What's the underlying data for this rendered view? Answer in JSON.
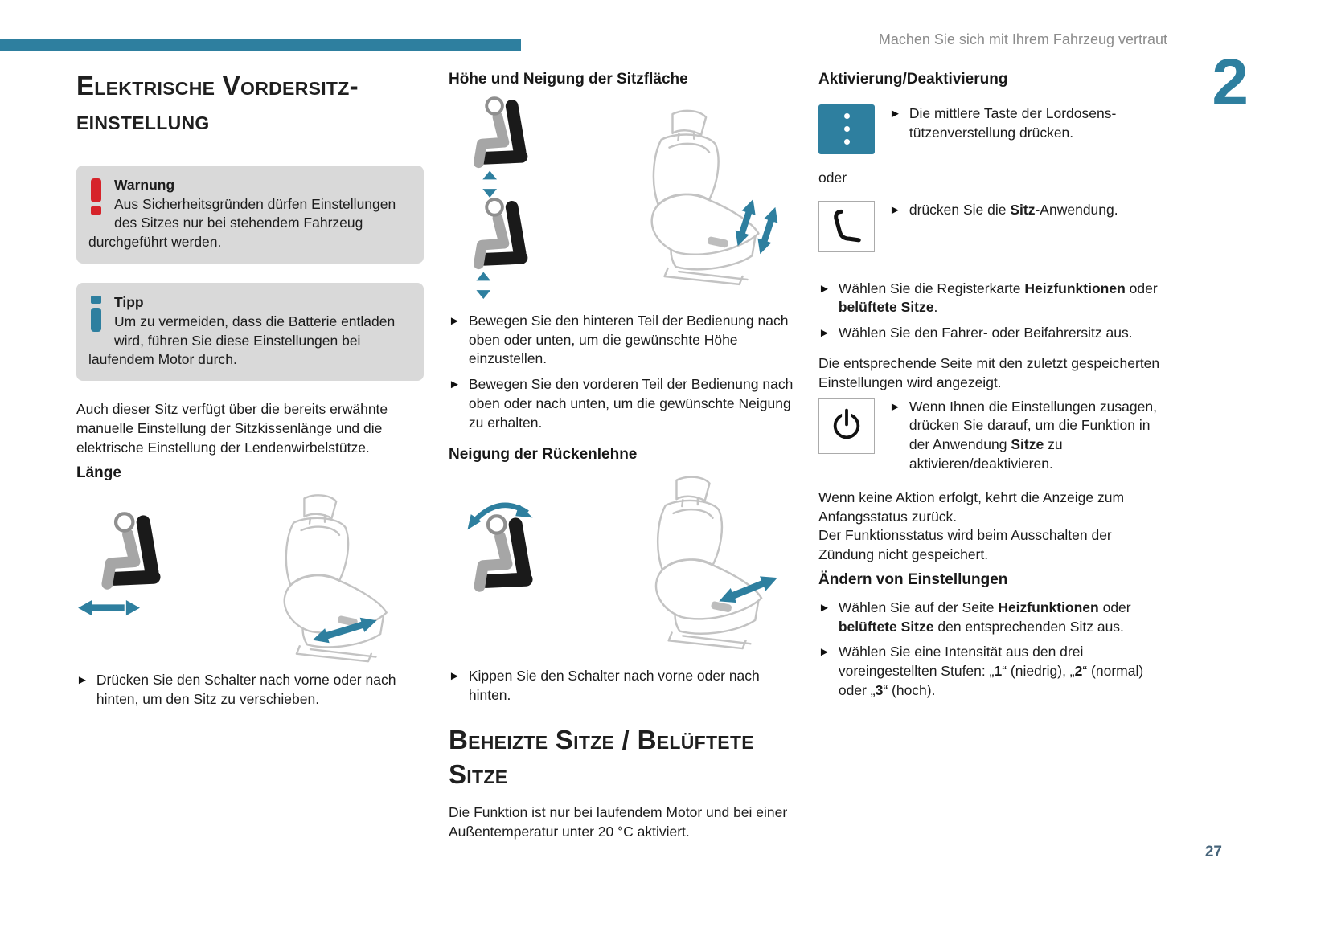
{
  "page": {
    "running_header": "Machen Sie sich mit Ihrem Fahrzeug vertraut",
    "chapter_number": "2",
    "page_number": "27"
  },
  "colors": {
    "accent_teal": "#2e7f9f",
    "warning_red": "#d6232a",
    "note_box_gray": "#d9d9d9",
    "sketch_gray": "#c3c3c3"
  },
  "icons": {
    "bullet_icon": "►",
    "warning_icon": "exclamation-mark",
    "tip_icon": "info-i",
    "lumbar_buttons_icon": "three-dots-keypad",
    "seat_app_icon": "seat-profile",
    "power_icon": "power-symbol"
  },
  "col1": {
    "title": "Elektrische Vordersitz-\neinstellung",
    "warning": {
      "label": "Warnung",
      "text": "Aus Sicherheitsgründen dürfen Einstellungen des Sitzes nur bei stehendem Fahrzeug durchgeführt werden."
    },
    "tip": {
      "label": "Tipp",
      "text": "Um zu vermeiden, dass die Batterie entladen wird, führen Sie diese Einstellungen bei laufendem Motor durch."
    },
    "intro": "Auch dieser Sitz verfügt über die bereits erwähnte manuelle Einstellung der Sitzkissenlänge und die elektrische Einstellung der Lendenwirbelstütze.",
    "laenge": {
      "heading": "Länge",
      "bullet": "Drücken Sie den Schalter nach vorne oder nach hinten, um den Sitz zu verschieben."
    }
  },
  "col2": {
    "hoehe": {
      "heading": "Höhe und Neigung der Sitzfläche",
      "bullets": [
        "Bewegen Sie den hinteren Teil der Bedienung nach oben oder unten, um die gewünschte Höhe einzustellen.",
        "Bewegen Sie den vorderen Teil der Bedienung nach oben oder nach unten, um die gewünschte Neigung zu erhalten."
      ]
    },
    "rueckenlehne": {
      "heading": "Neigung der Rückenlehne",
      "bullet": "Kippen Sie den Schalter nach vorne oder nach hinten."
    },
    "beheizte": {
      "title": "Beheizte Sitze / Belüftete\nSitze",
      "para": "Die Funktion ist nur bei laufendem Motor und bei einer Außentemperatur unter 20 °C aktiviert."
    }
  },
  "col3": {
    "aktivierung_heading": "Aktivierung/Deaktivierung",
    "lordose_bullet": [
      {
        "t": "Die mittlere Taste der Lordosens-\ntützenverstellung drücken."
      }
    ],
    "oder_label": "oder",
    "app_bullet": [
      {
        "t": "drücken Sie die "
      },
      {
        "t": "Sitz",
        "b": true
      },
      {
        "t": "-Anwendung."
      }
    ],
    "tab_bullet": [
      {
        "t": "Wählen Sie die Registerkarte "
      },
      {
        "t": "Heizfunktionen",
        "b": true
      },
      {
        "t": " oder "
      },
      {
        "t": "belüftete Sitze",
        "b": true
      },
      {
        "t": "."
      }
    ],
    "sitz_bullet": "Wählen Sie den Fahrer- oder Beifahrersitz aus.",
    "seite_para": "Die entsprechende Seite mit den zuletzt gespeicherten Einstellungen wird angezeigt.",
    "power_bullet": [
      {
        "t": "Wenn Ihnen die Einstellungen zusagen, drücken Sie darauf, um die Funktion in der Anwendung "
      },
      {
        "t": "Sitze",
        "b": true
      },
      {
        "t": " zu aktivieren/deaktivieren."
      }
    ],
    "keine_aktion_para": "Wenn keine Aktion erfolgt, kehrt die Anzeige zum Anfangsstatus zurück.\nDer Funktionsstatus wird beim Ausschalten der Zündung nicht gespeichert.",
    "aendern_heading": "Ändern von Einstellungen",
    "aendern_bullets_rich": [
      [
        {
          "t": "Wählen Sie auf der Seite "
        },
        {
          "t": "Heizfunktionen",
          "b": true
        },
        {
          "t": " oder "
        },
        {
          "t": "belüftete Sitze",
          "b": true
        },
        {
          "t": " den entsprechenden Sitz aus."
        }
      ],
      [
        {
          "t": "Wählen Sie eine Intensität aus den drei voreingestellten Stufen: „"
        },
        {
          "t": "1",
          "b": true
        },
        {
          "t": "“ (niedrig), „"
        },
        {
          "t": "2",
          "b": true
        },
        {
          "t": "“ (normal) oder „"
        },
        {
          "t": "3",
          "b": true
        },
        {
          "t": "“ (hoch)."
        }
      ]
    ]
  }
}
